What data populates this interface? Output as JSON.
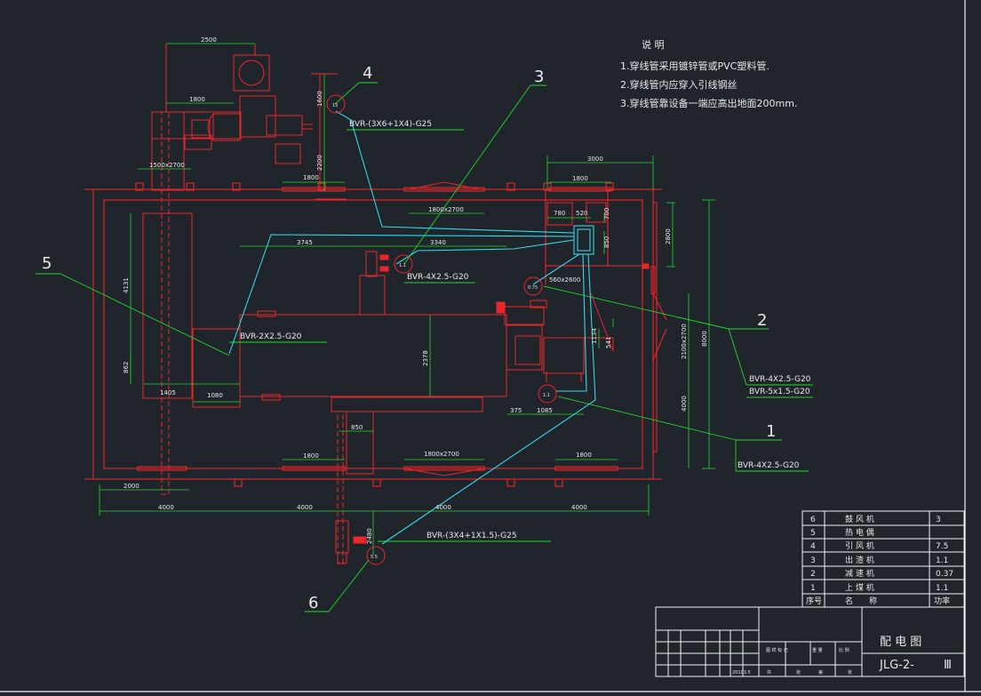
{
  "notes": {
    "heading": "说 明",
    "items": [
      "1.穿线管采用镀锌管或PVC塑料管.",
      "2.穿线管内应穿入引线钢丝",
      "3.穿线管靠设备一端应高出地面200mm."
    ]
  },
  "callouts": [
    {
      "num": "4",
      "circle": "15",
      "cable": "BVR-(3X6+1X4)-G25"
    },
    {
      "num": "3",
      "circle": "1.1",
      "cable": "BVR-4X2.5-G20"
    },
    {
      "num": "5",
      "circle": "",
      "cable": "BVR-2X2.5-G20"
    },
    {
      "num": "2",
      "circle": "0.75",
      "cable": "BVR-4X2.5-G20",
      "cable2": "BVR-5x1.5-G20"
    },
    {
      "num": "1",
      "circle": "1.1",
      "cable": "BVR-4X2.5-G20"
    },
    {
      "num": "6",
      "circle": "5.5",
      "cable": "BVR-(3X4+1X1.5)-G25"
    }
  ],
  "dimensions": {
    "top_2500": "2500",
    "top_1800": "1800",
    "top_1600": "1600",
    "top_2200": "2200",
    "opening_1500x2700": "1500x2700",
    "top_mid_1800": "1800",
    "top_1800x2700": "1800x2700",
    "right_3000": "3000",
    "right_1800": "1800",
    "r_780": "780",
    "r_520": "520",
    "r_700": "700",
    "r_850": "850",
    "r_2800": "2800",
    "r_560x2600": "560x2600",
    "d_3745": "3745",
    "d_3340": "3340",
    "d_4131": "4131",
    "d_862": "862",
    "d_1405": "1405",
    "d_1080": "1080",
    "d_2378": "2378",
    "d_1134": "1134",
    "d_541": "541",
    "d_2100x2700": "2100x2700",
    "d_8000": "8000",
    "d_4000v": "4000",
    "d_375": "375",
    "d_1085": "1085",
    "d_850": "850",
    "b_1800a": "1800",
    "b_1800x2700": "1800x2700",
    "b_1800b": "1800",
    "b_2000": "2000",
    "b_4000a": "4000",
    "b_4000b": "4000",
    "b_4000c": "4000",
    "b_4000d": "4000",
    "b_2480": "2480"
  },
  "equipment_table": {
    "rows": [
      {
        "no": "6",
        "name": "鼓 风 机",
        "power": "3"
      },
      {
        "no": "5",
        "name": "热 电 偶",
        "power": ""
      },
      {
        "no": "4",
        "name": "引 风 机",
        "power": "7.5"
      },
      {
        "no": "3",
        "name": "出 渣 机",
        "power": "1.1"
      },
      {
        "no": "2",
        "name": "减 速 机",
        "power": "0.37"
      },
      {
        "no": "1",
        "name": "上 煤 机",
        "power": "1.1"
      }
    ],
    "header": {
      "no": "序号",
      "name": "名　　称",
      "power": "功率"
    }
  },
  "title_block": {
    "drawing_name": "配 电 图",
    "drawing_no": "JLG-2-",
    "roman": "Ⅲ",
    "row_labels": [
      "图 样 标 记",
      "重 量",
      "比 例"
    ],
    "bottom_labels": [
      "共",
      "张",
      "第",
      "张"
    ],
    "date": "20103.5"
  },
  "colors": {
    "background": "#20242b",
    "wall_red": "#e8272a",
    "dimension_green": "#23d72d",
    "cable_cyan": "#38d7e8",
    "text_white": "#e8e8e8",
    "frame_white": "#f2f2f2"
  }
}
